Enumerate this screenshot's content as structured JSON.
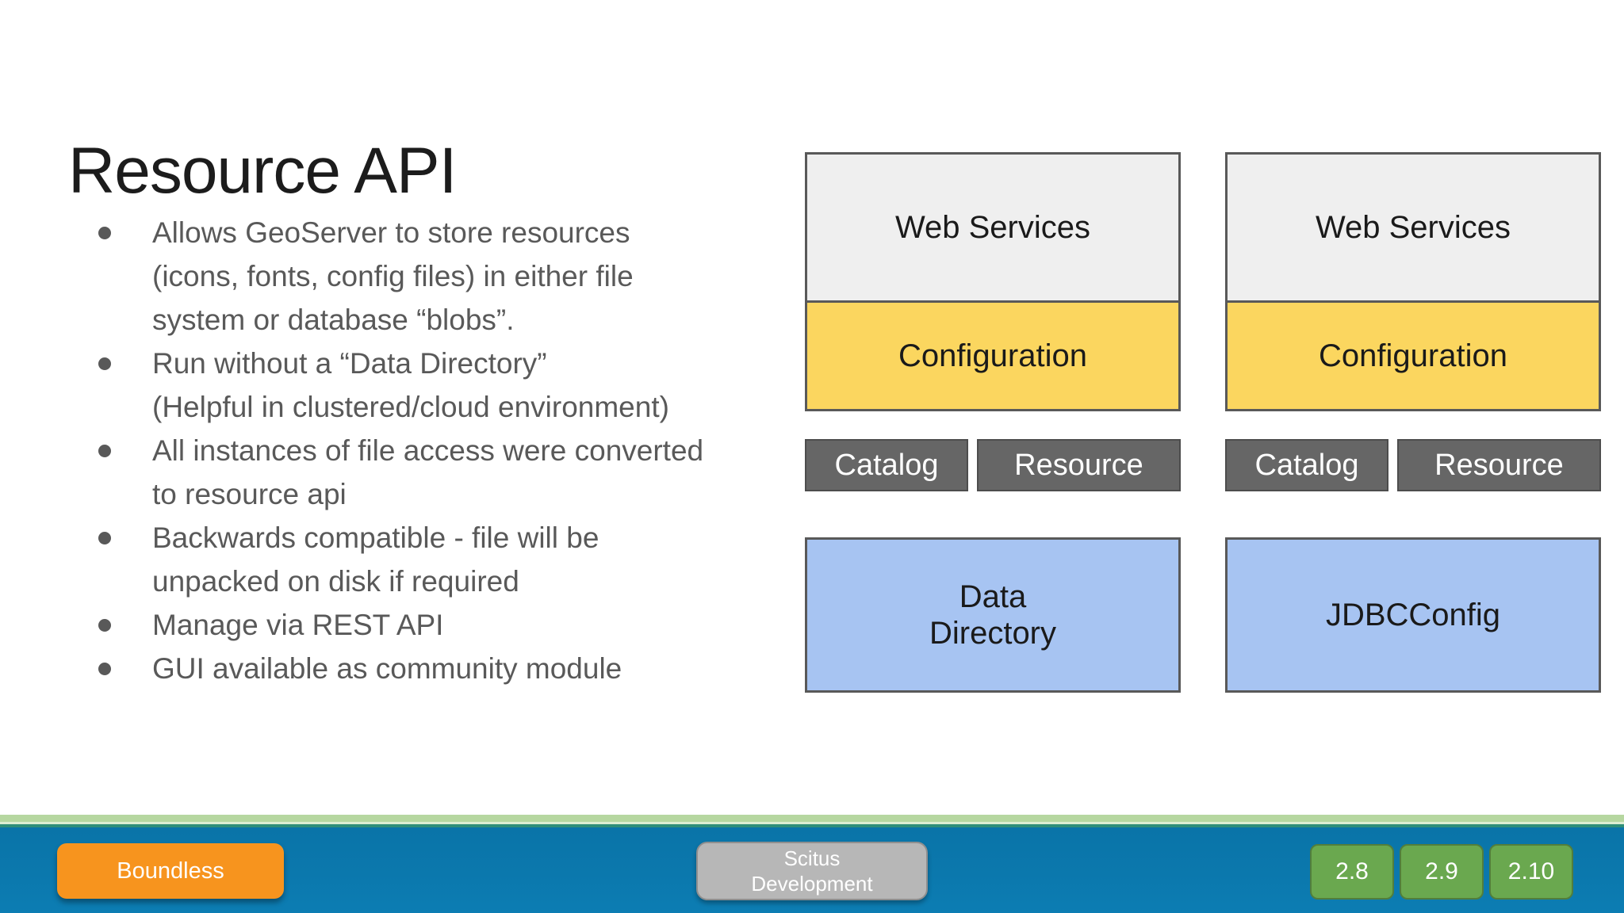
{
  "title": "Resource API",
  "bullets": [
    {
      "lines": [
        "Allows GeoServer to store resources",
        "(icons, fonts, config files) in either file",
        "system or database “blobs”."
      ]
    },
    {
      "lines": [
        "Run without a “Data Directory”",
        "(Helpful in clustered/cloud environment)"
      ]
    },
    {
      "lines": [
        "All instances of file access were converted",
        "to resource api"
      ]
    },
    {
      "lines": [
        "Backwards compatible - file will be",
        "unpacked on disk if required"
      ]
    },
    {
      "lines": [
        "Manage via REST API"
      ]
    },
    {
      "lines": [
        "GUI available as community module"
      ]
    }
  ],
  "diagram": {
    "col1": {
      "top": "Web Services",
      "mid": "Configuration",
      "catalog": "Catalog",
      "resource": "Resource",
      "storage_line1": "Data",
      "storage_line2": "Directory"
    },
    "col2": {
      "top": "Web Services",
      "mid": "Configuration",
      "catalog": "Catalog",
      "resource": "Resource",
      "storage": "JDBCConfig"
    }
  },
  "footer": {
    "brand": "Boundless",
    "dev_line1": "Scitus",
    "dev_line2": "Development",
    "versions": [
      "2.8",
      "2.9",
      "2.10"
    ]
  },
  "colors": {
    "bullet_text": "#595959",
    "box_gray": "#efefef",
    "box_yellow": "#fbd65f",
    "box_dark_gray": "#666666",
    "box_blue": "#a7c4f2",
    "box_border": "#595959",
    "stripe_green": "#b6d7a0",
    "stripe_teal": "#2f8e79",
    "bar_blue": "#0b78ad",
    "brand_orange": "#f7941e",
    "dev_gray": "#b7b7b7",
    "badge_green": "#6aa84f"
  }
}
